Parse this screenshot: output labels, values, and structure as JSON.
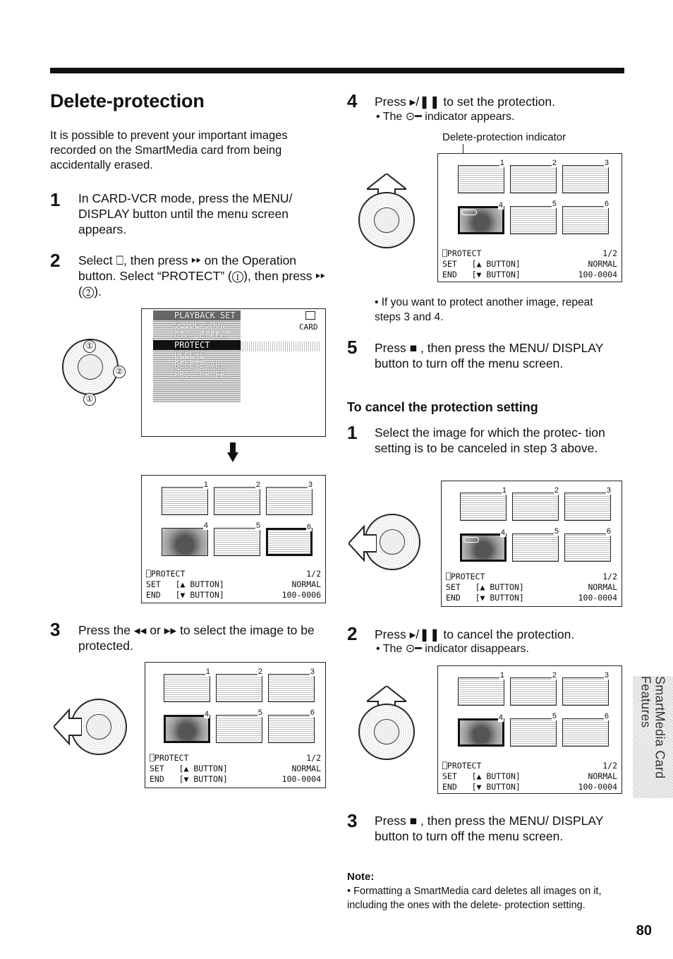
{
  "section_title": "Delete-protection",
  "intro": "It is possible to prevent your important images recorded on the SmartMedia card from being accidentally erased.",
  "left_steps": [
    {
      "num": "1",
      "text": "In CARD-VCR mode, press the MENU/ DISPLAY button until the menu screen appears."
    },
    {
      "num": "2",
      "text": "Select ⎕, then press ▸▸ on the Operation button. Select “PROTECT” (①), then press ▸▸ (②)."
    },
    {
      "num": "3",
      "text": "Press the ◂◂ or ▸▸ to select the image to be protected."
    }
  ],
  "menu": {
    "header": "PLAYBACK SET",
    "items": [
      "SLIDE SHOW",
      "PIC. EFFECT",
      "PROTECT",
      "DELETE",
      "DELETE ALL",
      "PRI. ORDER"
    ],
    "selected": "PROTECT",
    "card_label": "CARD"
  },
  "callouts": {
    "one": "①",
    "two": "②"
  },
  "screen": {
    "thumb_numbers": [
      "1",
      "2",
      "3",
      "4",
      "5",
      "6"
    ],
    "protect": "⎕PROTECT",
    "page": "1/2",
    "set": "SET",
    "set_btn": "[▲ BUTTON]",
    "normal": "NORMAL",
    "end": "END",
    "end_btn": "[▼ BUTTON]",
    "file_a": "100-0006",
    "file_b": "100-0004"
  },
  "right_steps": [
    {
      "num": "4",
      "text": "Press ▸/❚❚ to set the protection.",
      "sub": "• The ⊙━ indicator appears."
    },
    {
      "num": "5",
      "text": "Press ■ , then press the MENU/ DISPLAY button to turn off the menu screen."
    }
  ],
  "indicator_caption": "Delete-protection indicator",
  "bullet_note": "• If you want to protect another image, repeat steps 3 and 4.",
  "cancel_heading": "To cancel the protection setting",
  "cancel_steps": [
    {
      "num": "1",
      "text": "Select the image for which the protec- tion setting is to be canceled in step 3 above."
    },
    {
      "num": "2",
      "text": "Press ▸/❚❚ to cancel the protection.",
      "sub": "• The ⊙━ indicator disappears."
    },
    {
      "num": "3",
      "text": "Press ■ , then press the MENU/ DISPLAY button to turn off the menu screen."
    }
  ],
  "note_heading": "Note:",
  "note_text": "• Formatting a SmartMedia card deletes all images on it, including the ones with the delete- protection setting.",
  "side_tab": "SmartMedia Card Features",
  "page_number": "80"
}
